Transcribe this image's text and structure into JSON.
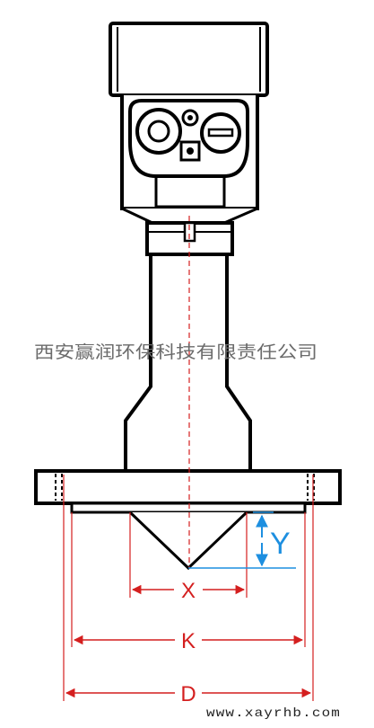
{
  "watermark": "西安赢润环保科技有限责任公司",
  "website": "www.xayrhb.com",
  "dimensions": {
    "x_label": "X",
    "y_label": "Y",
    "k_label": "K",
    "d_label": "D"
  },
  "colors": {
    "outline": "#000000",
    "dimension": "#d41f1f",
    "height_marker": "#1d8fe0",
    "watermark": "#6b6b6b"
  }
}
